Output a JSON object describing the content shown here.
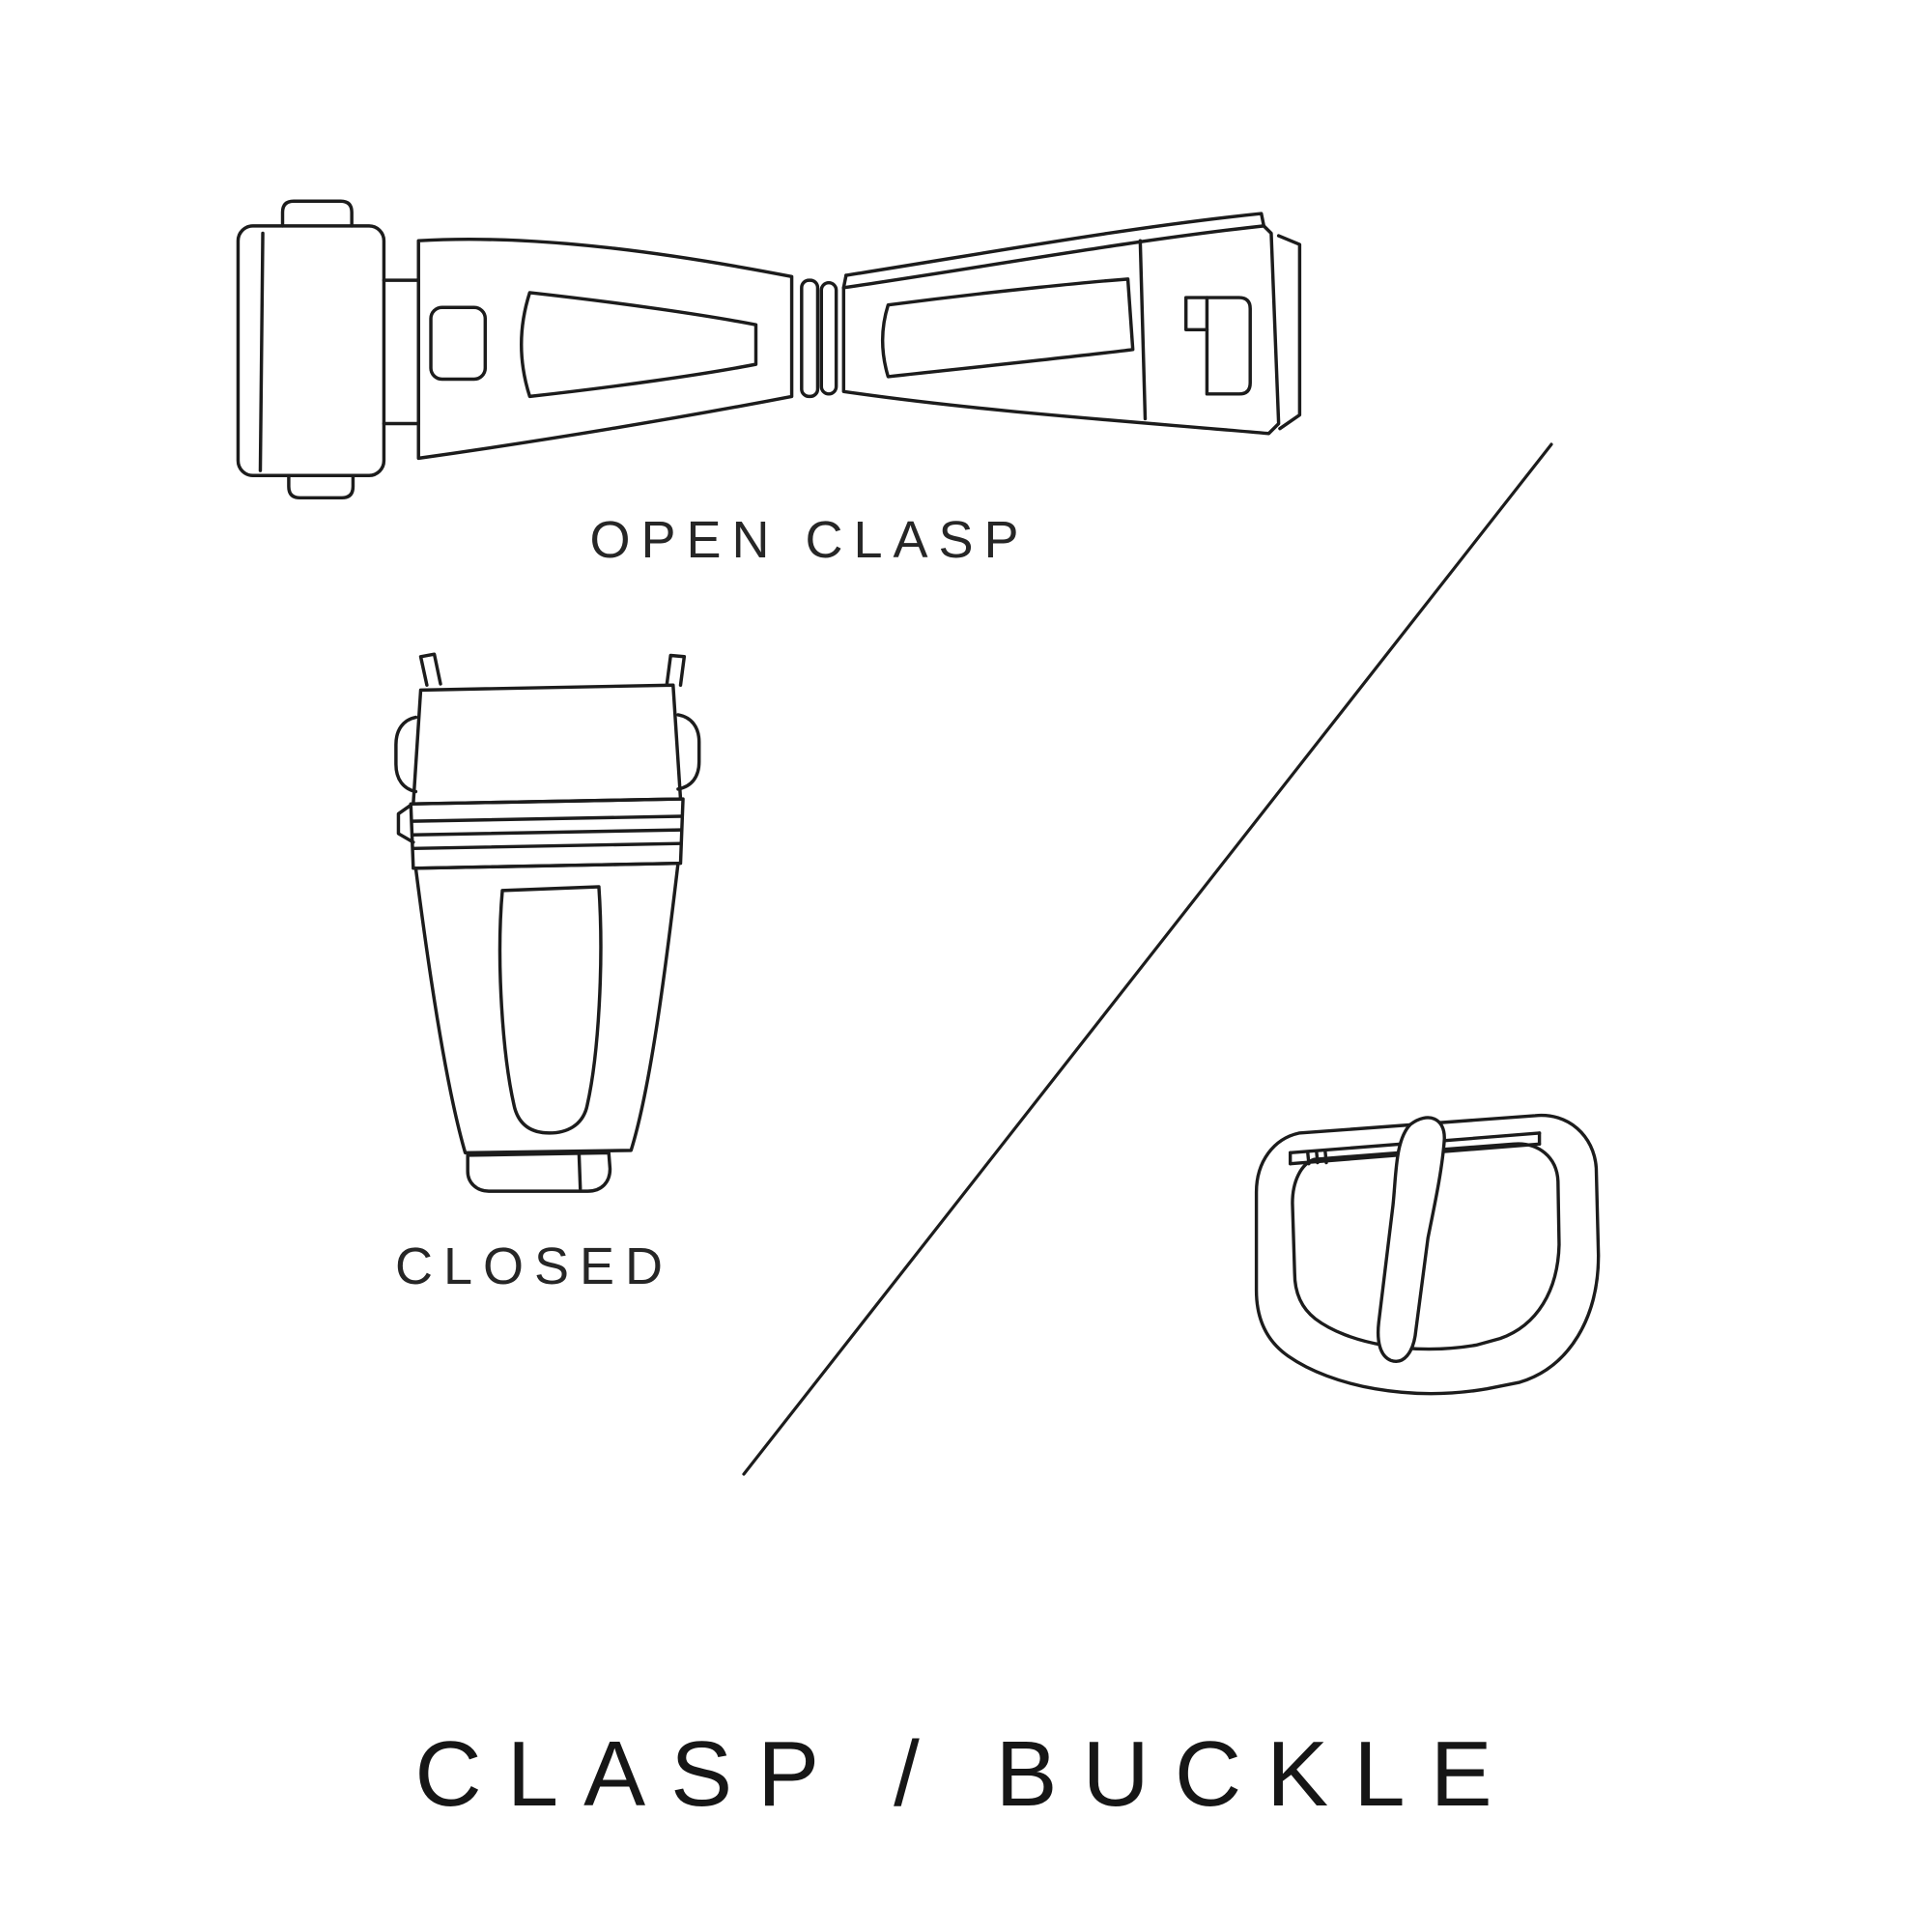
{
  "page": {
    "background_color": "#ffffff",
    "ink_color": "#1c1c1c",
    "title": "CLASP / BUCKLE"
  },
  "figures": {
    "open_clasp": {
      "label": "OPEN CLASP"
    },
    "closed_clasp": {
      "label": "CLOSED"
    }
  }
}
